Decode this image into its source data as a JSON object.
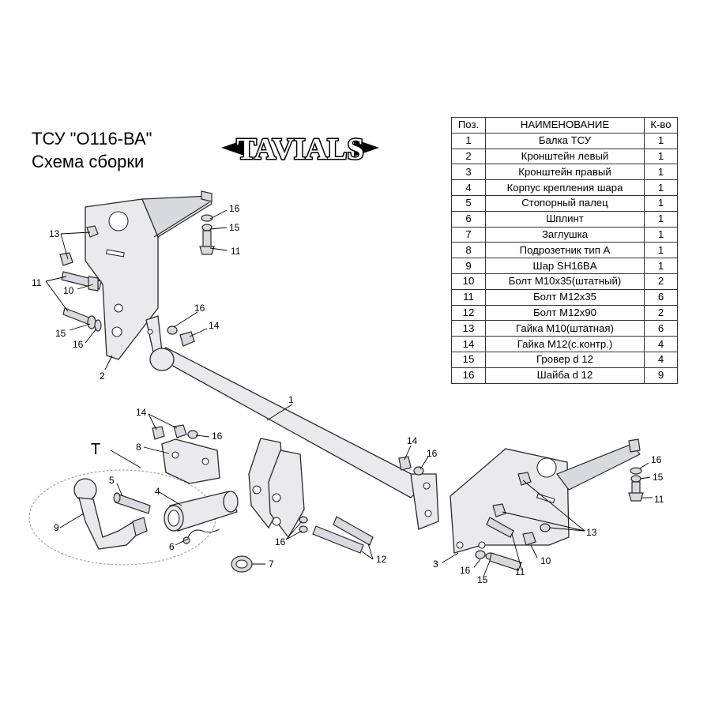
{
  "header": {
    "title_line1": "ТСУ  \"О116-ВА\"",
    "title_line2": "Схема сборки",
    "logo": "TAVIALS"
  },
  "table": {
    "headers": [
      "Поз.",
      "НАИМЕНОВАНИЕ",
      "К-во"
    ],
    "rows": [
      [
        "1",
        "Балка ТСУ",
        "1"
      ],
      [
        "2",
        "Кронштейн левый",
        "1"
      ],
      [
        "3",
        "Кронштейн правый",
        "1"
      ],
      [
        "4",
        "Корпус крепления шара",
        "1"
      ],
      [
        "5",
        "Стопорный палец",
        "1"
      ],
      [
        "6",
        "Шплинт",
        "1"
      ],
      [
        "7",
        "Заглушка",
        "1"
      ],
      [
        "8",
        "Подрозетник тип А",
        "1"
      ],
      [
        "9",
        "Шар SH16BA",
        "1"
      ],
      [
        "10",
        "Болт М10х35(штатный)",
        "2"
      ],
      [
        "11",
        "Болт М12х35",
        "6"
      ],
      [
        "12",
        "Болт М12х90",
        "2"
      ],
      [
        "13",
        "Гайка М10(штатная)",
        "6"
      ],
      [
        "14",
        "Гайка М12(с.контр.)",
        "4"
      ],
      [
        "15",
        "Гровер d 12",
        "4"
      ],
      [
        "16",
        "Шайба d 12",
        "9"
      ]
    ]
  },
  "labels": {
    "T": "T",
    "l1": "1",
    "l2": "2",
    "l3": "3",
    "l4": "4",
    "l5": "5",
    "l6": "6",
    "l7": "7",
    "l8": "8",
    "l9": "9",
    "l10a": "10",
    "l10b": "10",
    "l11a": "11",
    "l11b": "11",
    "l11c": "11",
    "l11d": "11",
    "l12": "12",
    "l13a": "13",
    "l13b": "13",
    "l14a": "14",
    "l14b": "14",
    "l14c": "14",
    "l15a": "15",
    "l15b": "15",
    "l15c": "15",
    "l15d": "15",
    "l16a": "16",
    "l16b": "16",
    "l16c": "16",
    "l16d": "16",
    "l16e": "16",
    "l16f": "16",
    "l16g": "16",
    "l16h": "16"
  }
}
